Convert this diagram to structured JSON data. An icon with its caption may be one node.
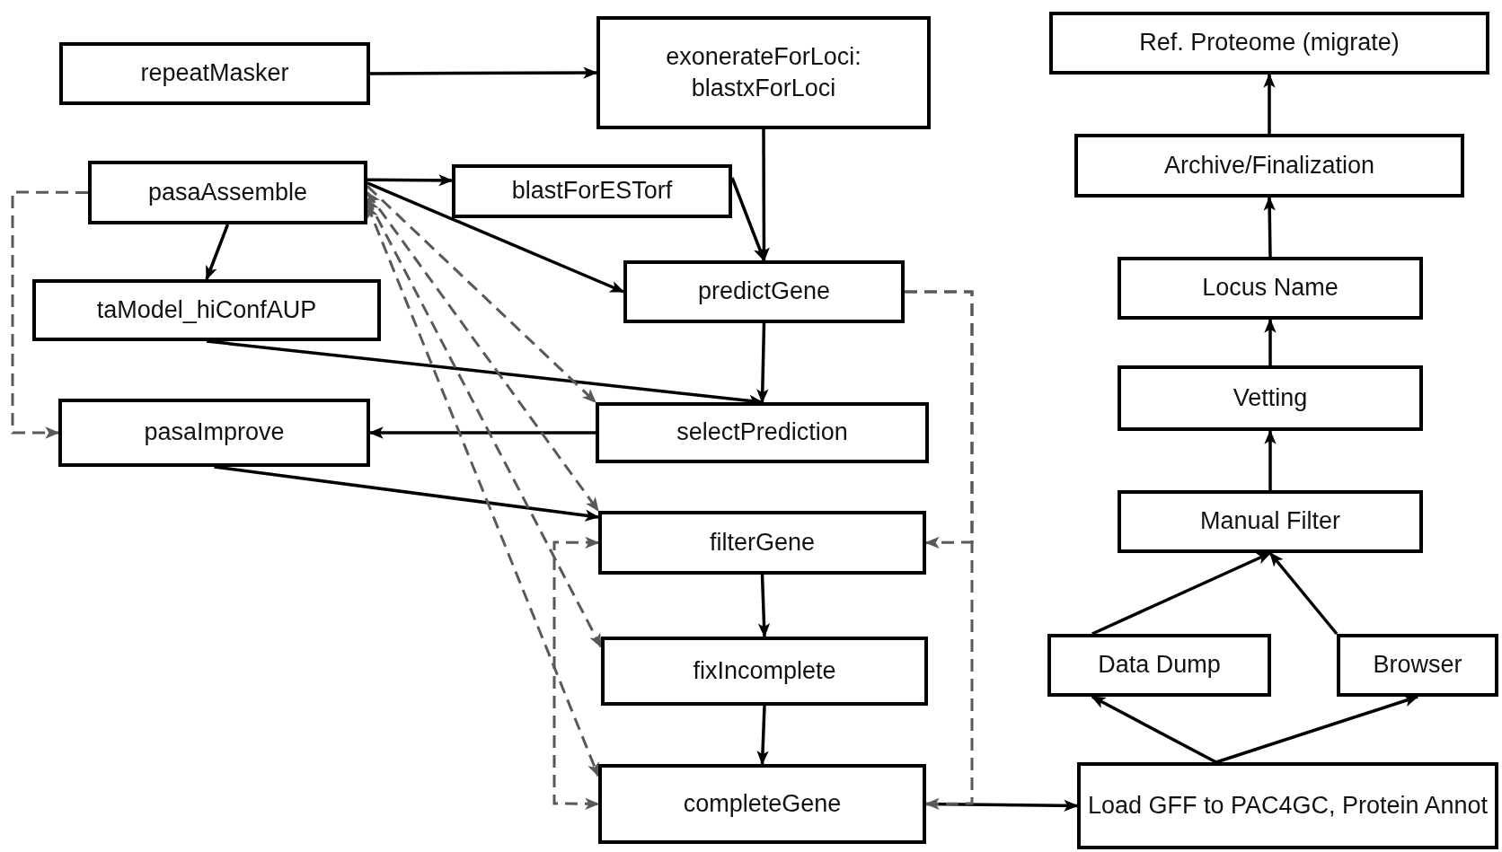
{
  "diagram": {
    "nodes": [
      {
        "text": [
          "repeatMasker"
        ]
      },
      {
        "text": [
          "exonerateForLoci: blastxForLoci"
        ]
      },
      {
        "text": [
          "pasaAssemble"
        ]
      },
      {
        "text": [
          "blastForESTorf"
        ]
      },
      {
        "text": [
          "predictGene"
        ]
      },
      {
        "text": [
          "taModel_hiConfAUP"
        ]
      },
      {
        "text": [
          "pasaImprove"
        ]
      },
      {
        "text": [
          "selectPrediction"
        ]
      },
      {
        "text": [
          "filterGene"
        ]
      },
      {
        "text": [
          "fixIncomplete"
        ]
      },
      {
        "text": [
          "completeGene"
        ]
      },
      {
        "text": [
          "Ref. Proteome (migrate)"
        ]
      },
      {
        "text": [
          "Archive/Finalization"
        ]
      },
      {
        "text": [
          "Locus Name"
        ]
      },
      {
        "text": [
          "Vetting"
        ]
      },
      {
        "text": [
          "Manual Filter"
        ]
      },
      {
        "text": [
          "Data Dump"
        ]
      },
      {
        "text": [
          "Browser"
        ]
      },
      {
        "text": [
          "Load GFF to PAC4GC, Protein Annot"
        ]
      }
    ],
    "edges": [
      {
        "from": 0,
        "to": 1,
        "arrow": "to"
      },
      {
        "from": 1,
        "to": 4,
        "arrow": "to"
      },
      {
        "from": 2,
        "to": 3,
        "arrow": "to"
      },
      {
        "from": 3,
        "to": 4,
        "arrow": "to"
      },
      {
        "from": 2,
        "to": 4,
        "arrow": "to"
      },
      {
        "from": 2,
        "to": 5,
        "arrow": "to"
      },
      {
        "from": 5,
        "to": 7,
        "arrow": "to"
      },
      {
        "from": 4,
        "to": 7,
        "arrow": "to"
      },
      {
        "from": 7,
        "to": 6,
        "arrow": "to"
      },
      {
        "from": 6,
        "to": 8,
        "arrow": "to"
      },
      {
        "from": 8,
        "to": 9,
        "arrow": "to"
      },
      {
        "from": 9,
        "to": 10,
        "arrow": "to"
      },
      {
        "from": 10,
        "to": 18,
        "arrow": "to"
      },
      {
        "from": 18,
        "to": 16,
        "arrow": "to"
      },
      {
        "from": 18,
        "to": 17,
        "arrow": "to"
      },
      {
        "from": 16,
        "to": 15,
        "arrow": "to"
      },
      {
        "from": 17,
        "to": 15,
        "arrow": "to"
      },
      {
        "from": 15,
        "to": 14,
        "arrow": "to"
      },
      {
        "from": 14,
        "to": 13,
        "arrow": "to"
      },
      {
        "from": 13,
        "to": 12,
        "arrow": "to"
      },
      {
        "from": 12,
        "to": 11,
        "arrow": "to"
      },
      {
        "from": 2,
        "to": 6,
        "arrow": "to",
        "style": "dashed",
        "color": "#595959"
      },
      {
        "from": 2,
        "to": 7,
        "arrow": "to",
        "style": "dashed",
        "color": "#595959"
      },
      {
        "from": 2,
        "to": 8,
        "arrow": "both",
        "style": "dashed",
        "color": "#595959"
      },
      {
        "from": 2,
        "to": 9,
        "arrow": "both",
        "style": "dashed",
        "color": "#595959"
      },
      {
        "from": 2,
        "to": 10,
        "arrow": "both",
        "style": "dashed",
        "color": "#595959"
      },
      {
        "from": 8,
        "to": 10,
        "arrow": "both",
        "style": "dashed",
        "color": "#595959"
      },
      {
        "from": 4,
        "to": 8,
        "arrow": "to",
        "style": "dashed",
        "color": "#595959"
      },
      {
        "from": 4,
        "to": 10,
        "arrow": "to",
        "style": "dashed",
        "color": "#595959"
      }
    ]
  }
}
